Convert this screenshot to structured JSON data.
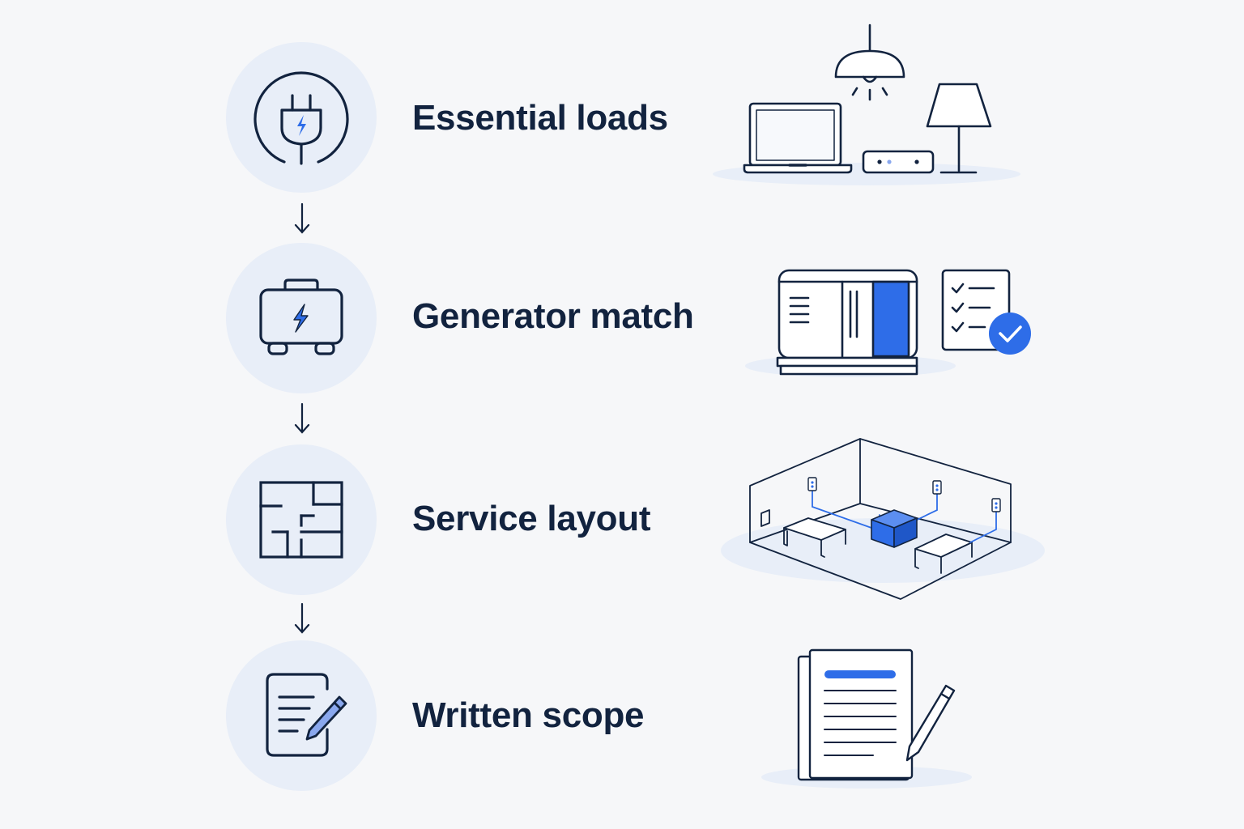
{
  "steps": [
    {
      "label": "Essential loads",
      "icon": "plug-icon",
      "illustration": "home-devices-illustration"
    },
    {
      "label": "Generator match",
      "icon": "generator-icon",
      "illustration": "generator-checklist-illustration"
    },
    {
      "label": "Service layout",
      "icon": "floor-plan-icon",
      "illustration": "room-layout-illustration"
    },
    {
      "label": "Written scope",
      "icon": "document-pen-icon",
      "illustration": "document-illustration"
    }
  ],
  "colors": {
    "background": "#f6f7f9",
    "circle": "#e8eef8",
    "ink": "#12233f",
    "accent": "#2e6de8"
  }
}
